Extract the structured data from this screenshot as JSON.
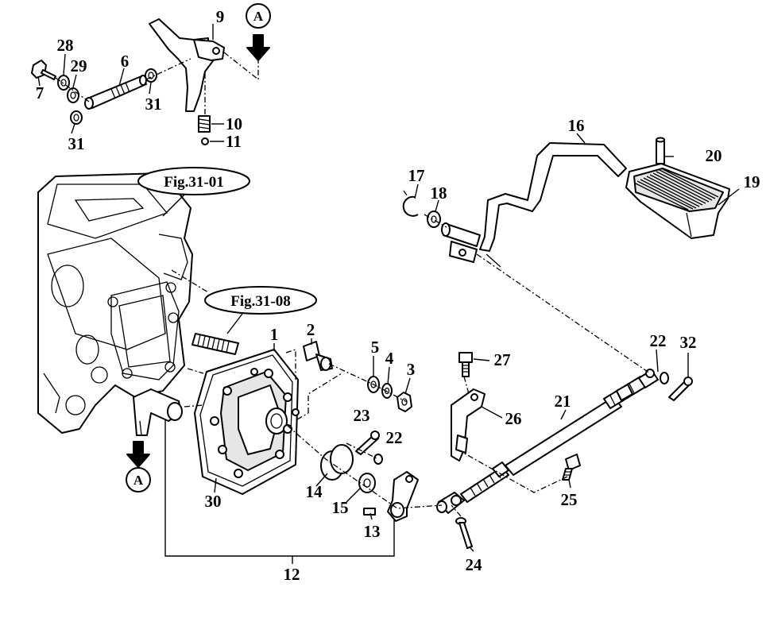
{
  "diagram": {
    "reference_labels": {
      "fig_31_01": "Fig.31-01",
      "fig_31_08": "Fig.31-08"
    },
    "view_marker": "A",
    "part_numbers": {
      "p1": "1",
      "p2": "2",
      "p3": "3",
      "p4": "4",
      "p5": "5",
      "p6": "6",
      "p7": "7",
      "p9": "9",
      "p10": "10",
      "p11": "11",
      "p12": "12",
      "p13": "13",
      "p14": "14",
      "p15": "15",
      "p16": "16",
      "p17": "17",
      "p18": "18",
      "p19": "19",
      "p20": "20",
      "p21": "21",
      "p22a": "22",
      "p22b": "22",
      "p23": "23",
      "p24": "24",
      "p25": "25",
      "p26": "26",
      "p27": "27",
      "p28": "28",
      "p29": "29",
      "p30": "30",
      "p31a": "31",
      "p31b": "31",
      "p32": "32"
    }
  }
}
